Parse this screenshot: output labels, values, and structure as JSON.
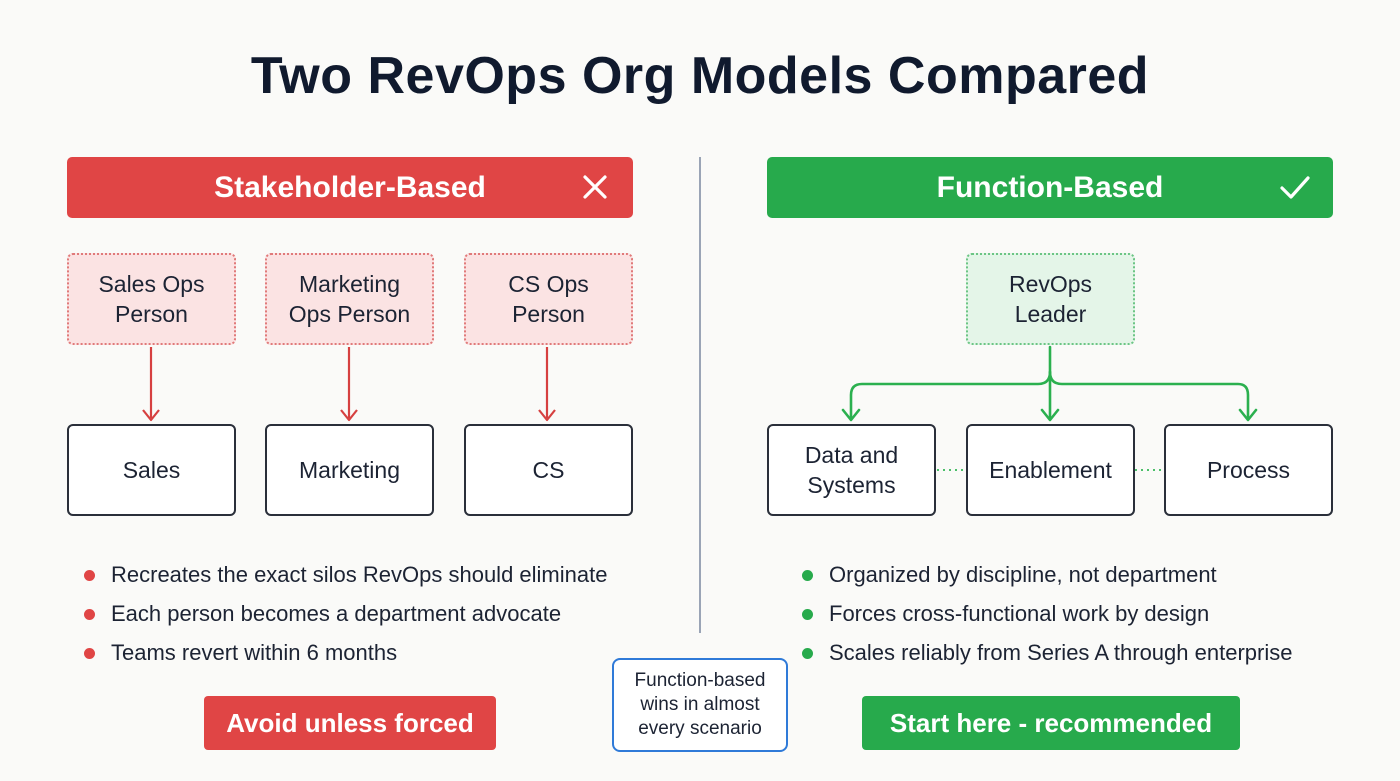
{
  "title": "Two RevOps Org Models Compared",
  "left": {
    "header": "Stakeholder-Based",
    "header_icon": "x-icon",
    "color": "#e04545",
    "top_boxes": [
      {
        "lines": [
          "Sales Ops",
          "Person"
        ]
      },
      {
        "lines": [
          "Marketing",
          "Ops Person"
        ]
      },
      {
        "lines": [
          "CS Ops",
          "Person"
        ]
      }
    ],
    "bottom_boxes": [
      {
        "lines": [
          "Sales"
        ]
      },
      {
        "lines": [
          "Marketing"
        ]
      },
      {
        "lines": [
          "CS"
        ]
      }
    ],
    "bullets": [
      "Recreates the exact silos RevOps should eliminate",
      "Each person becomes a department advocate",
      "Teams revert within 6 months"
    ],
    "cta": "Avoid unless forced"
  },
  "right": {
    "header": "Function-Based",
    "header_icon": "check-icon",
    "color": "#27aa4c",
    "top_box": {
      "lines": [
        "RevOps",
        "Leader"
      ]
    },
    "bottom_boxes": [
      {
        "lines": [
          "Data and",
          "Systems"
        ]
      },
      {
        "lines": [
          "Enablement"
        ]
      },
      {
        "lines": [
          "Process"
        ]
      }
    ],
    "bullets": [
      "Organized by discipline, not department",
      "Forces cross-functional work by design",
      "Scales reliably from Series A through enterprise"
    ],
    "cta": "Start here - recommended"
  },
  "callout": "Function-based wins in almost every scenario"
}
